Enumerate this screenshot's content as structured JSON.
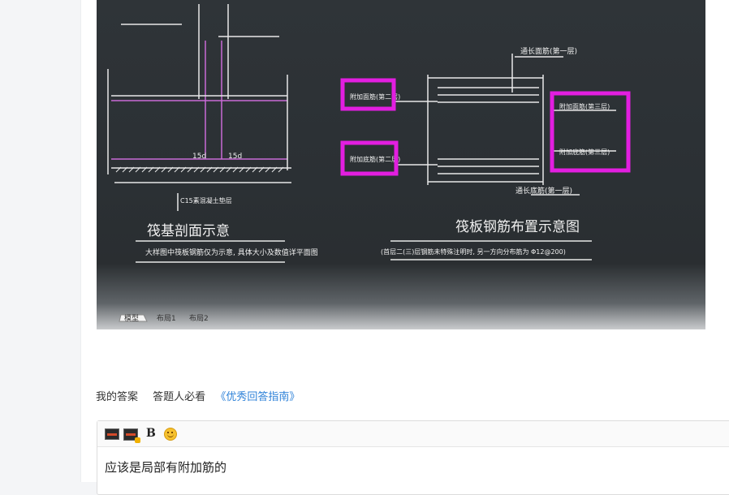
{
  "photo": {
    "left_drawing": {
      "title": "筏基剖面示意",
      "note": "大样图中筏板钢筋仅为示意, 具体大小及数值详平面图",
      "labels": [
        "15d",
        "15d",
        "C15素混凝土垫层"
      ]
    },
    "right_drawing": {
      "title": "筏板钢筋布置示意图",
      "note": "(首层二(三)层钢筋未特殊注明时, 另一方向分布筋为 Φ12@200)",
      "labels": {
        "top_main": "通长面筋(第一层)",
        "bottom_main": "通长底筋(第一层)",
        "add_top_2": "附加面筋(第二层)",
        "add_bottom_2": "附加底筋(第二层)",
        "add_top_3": "附加面筋(第三层)",
        "add_bottom_3": "附加底筋(第三层)"
      }
    },
    "tabs": [
      "模型",
      "布局1",
      "布局2"
    ],
    "highlight_color": "#e21ee0"
  },
  "answer_bar": {
    "my_answer": "我的答案",
    "must_read": "答题人必看",
    "guide_link": "《优秀回答指南》"
  },
  "editor": {
    "toolbar": {
      "image_icon": "image-icon",
      "insert_image_icon": "insert-image-icon",
      "bold_label": "B",
      "emoji_icon": "emoji-icon"
    },
    "content": "应该是局部有附加筋的"
  }
}
